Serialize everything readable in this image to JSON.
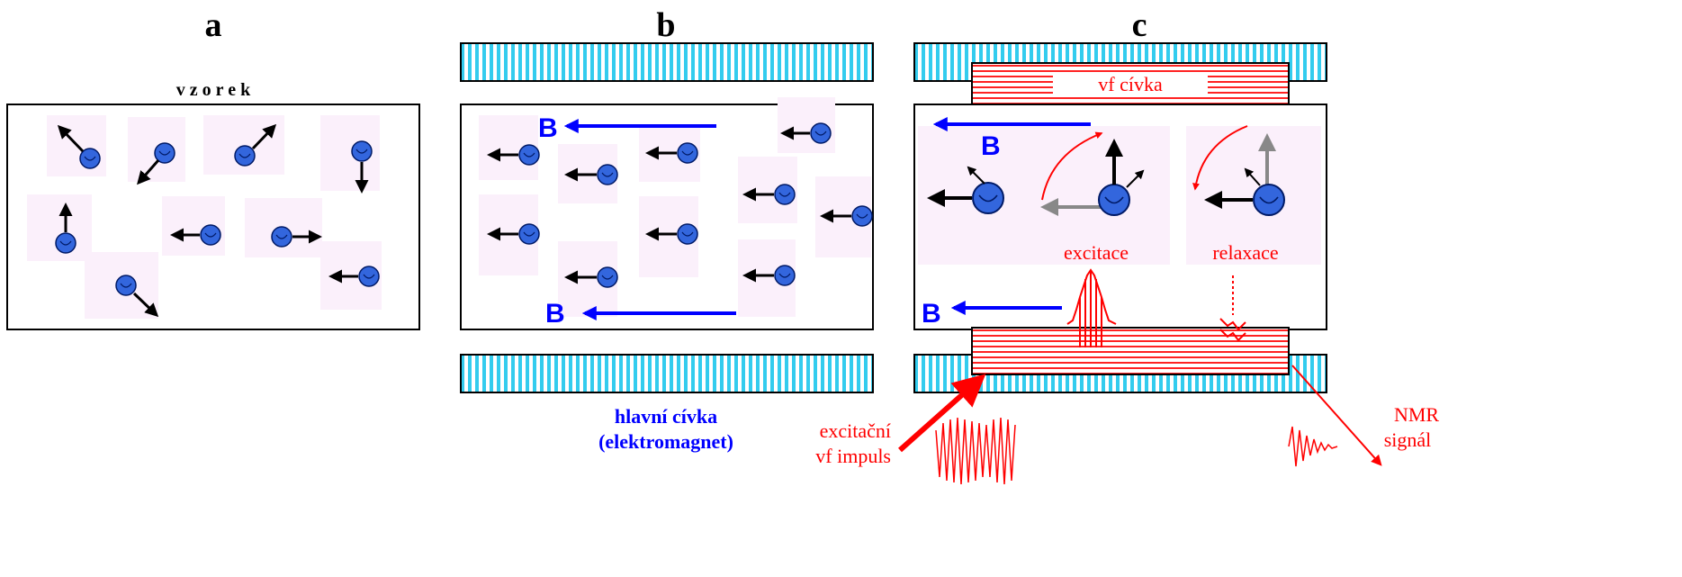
{
  "panels": {
    "a": {
      "label": "a",
      "title": "v z o r e k"
    },
    "b": {
      "label": "b",
      "field_label_top": "B",
      "field_label_bottom": "B",
      "coil_caption_1": "hlavní cívka",
      "coil_caption_2": "(elektromagnet)"
    },
    "c": {
      "label": "c",
      "rf_coil_label": "vf cívka",
      "field_label_top": "B",
      "field_label_bottom": "B",
      "excitation": "excitace",
      "relaxation": "relaxace",
      "pulse_1": "excitační",
      "pulse_2": "vf impuls",
      "signal_1": "NMR",
      "signal_2": "signál"
    }
  },
  "colors": {
    "spin": "#3366dd",
    "field": "#0000ff",
    "rf": "#ff0000",
    "magnet": "#33ccee",
    "highlight": "#fbf0fb"
  }
}
